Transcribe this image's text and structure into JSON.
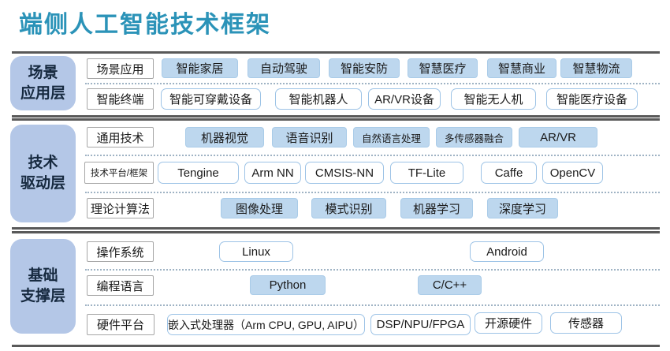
{
  "title": "端侧人工智能技术框架",
  "colors": {
    "title_text": "#2b93b8",
    "layer_label_bg": "#b4c7e7",
    "chip_filled_bg": "#bdd7ee",
    "chip_outline_border": "#9dc3e6",
    "category_border": "#a6a6a6",
    "divider": "#595959"
  },
  "layers": [
    {
      "label": "场景\n应用层",
      "rows": [
        {
          "category": "场景应用",
          "chips": [
            "智能家居",
            "自动驾驶",
            "智能安防",
            "智慧医疗",
            "智慧商业",
            "智慧物流"
          ]
        },
        {
          "category": "智能终端",
          "chips": [
            "智能可穿戴设备",
            "智能机器人",
            "AR/VR设备",
            "智能无人机",
            "智能医疗设备"
          ]
        }
      ]
    },
    {
      "label": "技术\n驱动层",
      "rows": [
        {
          "category": "通用技术",
          "chips": [
            "机器视觉",
            "语音识别",
            "自然语言处理",
            "多传感器融合",
            "AR/VR"
          ]
        },
        {
          "category": "技术平台/框架",
          "chips": [
            "Tengine",
            "Arm NN",
            "CMSIS-NN",
            "TF-Lite",
            "Caffe",
            "OpenCV"
          ]
        },
        {
          "category": "理论计算法",
          "chips": [
            "图像处理",
            "模式识别",
            "机器学习",
            "深度学习"
          ]
        }
      ]
    },
    {
      "label": "基础\n支撑层",
      "rows": [
        {
          "category": "操作系统",
          "chips": [
            "Linux",
            "Android"
          ]
        },
        {
          "category": "编程语言",
          "chips": [
            "Python",
            "C/C++"
          ]
        },
        {
          "category": "硬件平台",
          "chips": [
            "嵌入式处理器（Arm CPU, GPU, AIPU）",
            "DSP/NPU/FPGA",
            "开源硬件",
            "传感器"
          ]
        }
      ]
    }
  ]
}
